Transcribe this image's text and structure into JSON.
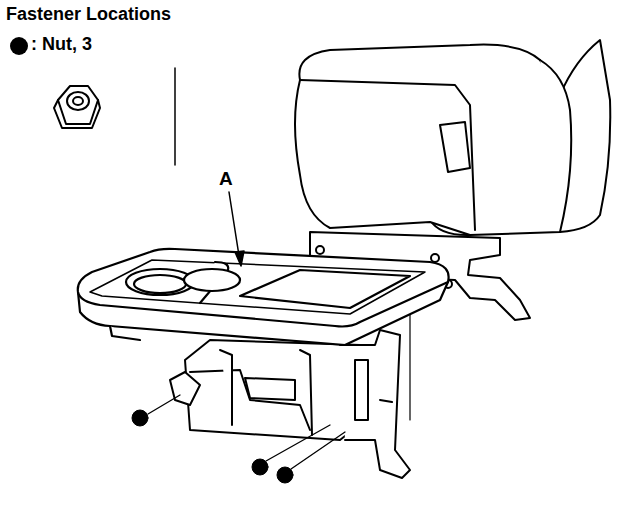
{
  "diagram": {
    "title": "Fastener Locations",
    "labels": [
      "A"
    ],
    "legend": [
      {
        "text": ": Nut, 3"
      }
    ]
  }
}
